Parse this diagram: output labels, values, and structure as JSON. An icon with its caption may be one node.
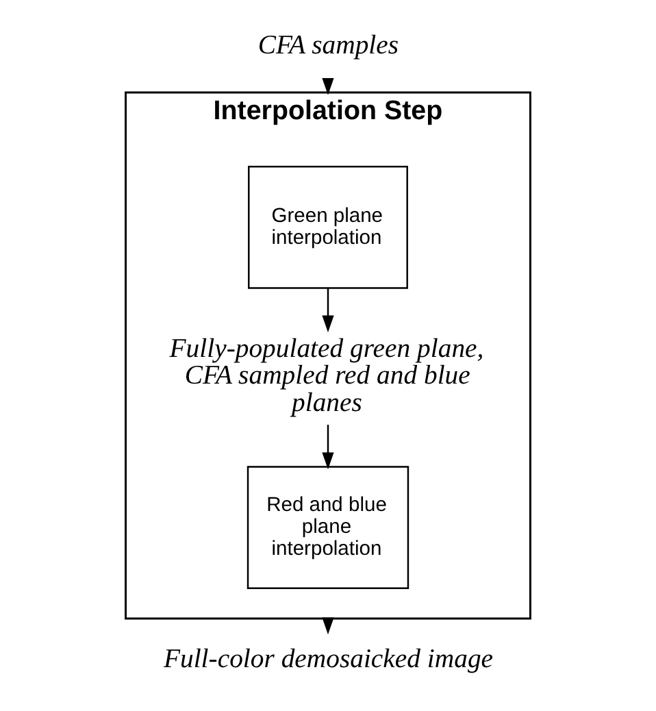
{
  "diagram": {
    "nodes": [
      {
        "text": [
          "CFA samples"
        ]
      },
      {
        "text": [
          "Interpolation Step"
        ]
      },
      {
        "text": [
          "Green plane interpolation"
        ],
        "in": 1
      },
      {
        "text": [
          "Fully-populated green plane, CFA sampled red and blue planes"
        ],
        "in": 1
      },
      {
        "text": [
          "Red and blue plane interpolation"
        ],
        "in": 1
      },
      {
        "text": [
          "Full-color demosaicked image"
        ]
      }
    ],
    "edges": [
      {
        "from": 0,
        "to": 1,
        "arrow": "to"
      },
      {
        "from": 2,
        "to": 3,
        "arrow": "to"
      },
      {
        "from": 3,
        "to": 4,
        "arrow": "to"
      },
      {
        "from": 1,
        "to": 5,
        "arrow": "to"
      }
    ]
  }
}
